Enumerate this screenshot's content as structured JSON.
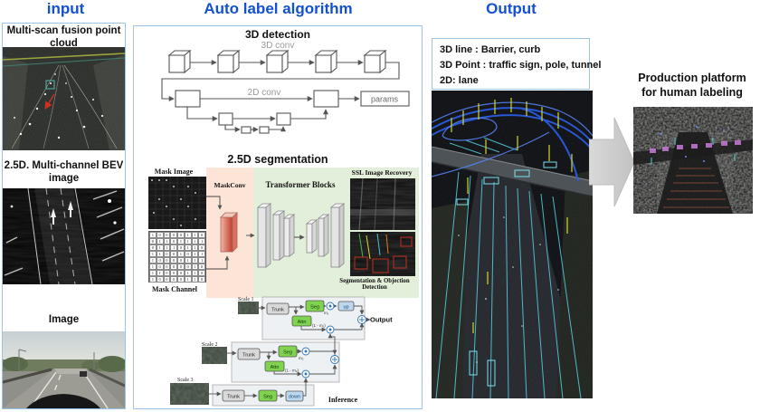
{
  "colors": {
    "title_blue": "#1451cf",
    "panel_border": "#9dc3e6",
    "peach_bg": "#fce4d6",
    "green_bg": "#e2efda",
    "seg_green": "#7fd34e",
    "trunk_gray": "#d9d9d9",
    "resample_blue": "#bdd7ee",
    "maskconv_red": "#c23b2a",
    "arrow_gray": "#cdcdcd"
  },
  "titles": {
    "input": "input",
    "algorithm": "Auto label algorithm",
    "output": "Output"
  },
  "input": {
    "panel1_label": "Multi-scan fusion point cloud",
    "panel2_label": "2.5D. Multi-channel BEV image",
    "panel3_label": "Image"
  },
  "detection": {
    "title": "3D detection",
    "conv3d": "3D conv",
    "conv2d": "2D conv",
    "params": "params"
  },
  "segmentation": {
    "title": "2.5D segmentation",
    "mask_image": "Mask Image",
    "mask_channel": "Mask Channel",
    "maskconv": "MaskConv",
    "transformer": "Transformer Blocks",
    "ssl": "SSL Image Recovery",
    "segdet": "Segmentation & Objection Detection",
    "mask_grid": [
      [
        1,
        0,
        0,
        0,
        0,
        1,
        1,
        0
      ],
      [
        0,
        1,
        1,
        0,
        1,
        1,
        1,
        1
      ],
      [
        0,
        1,
        1,
        1,
        0,
        1,
        1,
        0
      ],
      [
        1,
        1,
        0,
        0,
        1,
        0,
        1,
        1
      ],
      [
        1,
        0,
        0,
        0,
        0,
        1,
        1,
        1
      ],
      [
        1,
        0,
        0,
        0,
        0,
        0,
        1,
        0
      ],
      [
        1,
        1,
        0,
        0,
        0,
        1,
        1,
        0
      ],
      [
        1,
        0,
        0,
        0,
        0,
        1,
        1,
        0
      ]
    ]
  },
  "inference": {
    "label": "Inference",
    "output": "Output",
    "scales": [
      {
        "name": "Scale 1",
        "trunk": "Trunk",
        "seg": "Seg",
        "attn": "Attn",
        "resample": "up",
        "weight": "m₁",
        "inv_weight": "(1 - m₁)"
      },
      {
        "name": "Scale 2",
        "trunk": "Trunk",
        "seg": "Seg",
        "attn": "Attn",
        "weight": "m₂",
        "inv_weight": "(1 - m₂)"
      },
      {
        "name": "Scale 3",
        "trunk": "Trunk",
        "seg": "Seg",
        "resample": "down"
      }
    ]
  },
  "output_box": {
    "line1": "3D line : Barrier, curb",
    "line2": "3D Point : traffic sign, pole, tunnel",
    "line3": "2D:  lane"
  },
  "production": {
    "title_line1": "Production platform",
    "title_line2": "for human labeling"
  }
}
